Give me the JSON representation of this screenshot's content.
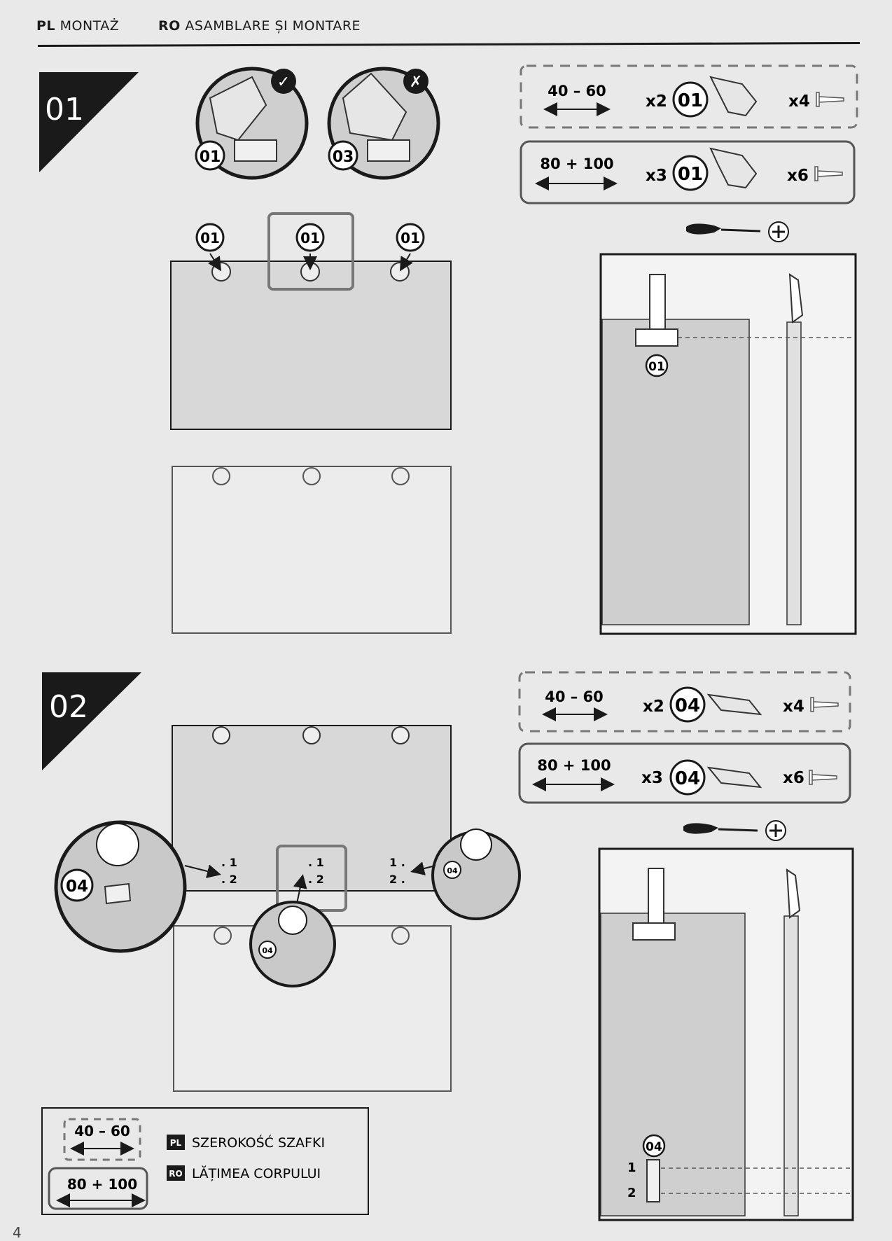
{
  "header": {
    "pl_code": "PL",
    "pl_title": "MONTAŻ",
    "ro_code": "RO",
    "ro_title": "ASAMBLARE ȘI MONTARE"
  },
  "steps": [
    {
      "number": "01",
      "status_marks": [
        "✓",
        "✗"
      ],
      "detail_labels": [
        "01",
        "03"
      ],
      "hinge_labels": [
        "01",
        "01",
        "01"
      ],
      "side_label": "01",
      "kits": [
        {
          "width": "40 – 60",
          "qty": "x2",
          "part": "01",
          "screws": "x4"
        },
        {
          "width": "80 + 100",
          "qty": "x3",
          "part": "01",
          "screws": "x6"
        }
      ]
    },
    {
      "number": "02",
      "detail_label": "04",
      "hole_marks": [
        ". 1",
        ". 2",
        ". 1",
        ". 2",
        "1 .",
        "2 ."
      ],
      "side_label": "04",
      "side_marks": [
        "1",
        "2"
      ],
      "kits": [
        {
          "width": "40 – 60",
          "qty": "x2",
          "part": "04",
          "screws": "x4"
        },
        {
          "width": "80 + 100",
          "qty": "x3",
          "part": "04",
          "screws": "x6"
        }
      ]
    }
  ],
  "legend": {
    "width_small": "40 – 60",
    "width_large": "80 + 100",
    "pl_code": "PL",
    "pl_text": "SZEROKOŚĆ SZAFKI",
    "ro_code": "RO",
    "ro_text": "LĂȚIMEA CORPULUI"
  },
  "page_number": "4"
}
